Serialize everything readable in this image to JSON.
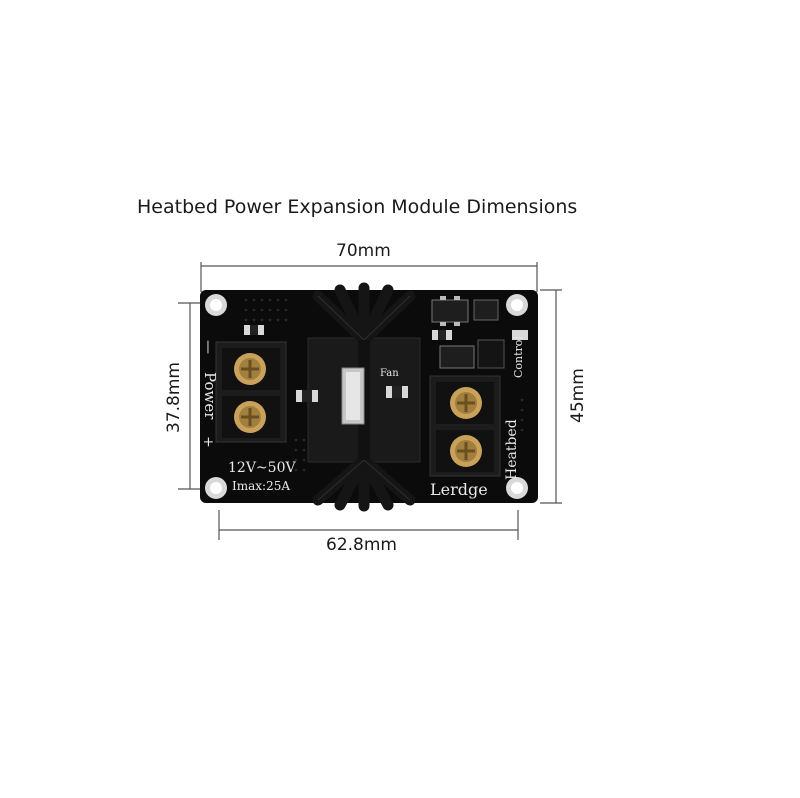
{
  "title": "Heatbed Power Expansion Module Dimensions",
  "dimensions": {
    "overall_width": "70mm",
    "hole_width": "62.8mm",
    "hole_height": "37.8mm",
    "overall_height": "45mm"
  },
  "board_silkscreen": {
    "power_label": "Power",
    "power_polarity_minus": "—",
    "power_polarity_plus": "+",
    "voltage": "12V~50V",
    "current": "Imax:25A",
    "fan_label": "Fan",
    "heatbed_label": "Heatbed",
    "control_label": "Control",
    "brand": "Lerdge"
  },
  "colors": {
    "board": "#0b0b0b",
    "heatsink": "#151515",
    "terminal": "#1c1c1c",
    "screw": "#c9a15a",
    "silkscreen": "#e8e8e8",
    "dimension_line": "#555555"
  }
}
